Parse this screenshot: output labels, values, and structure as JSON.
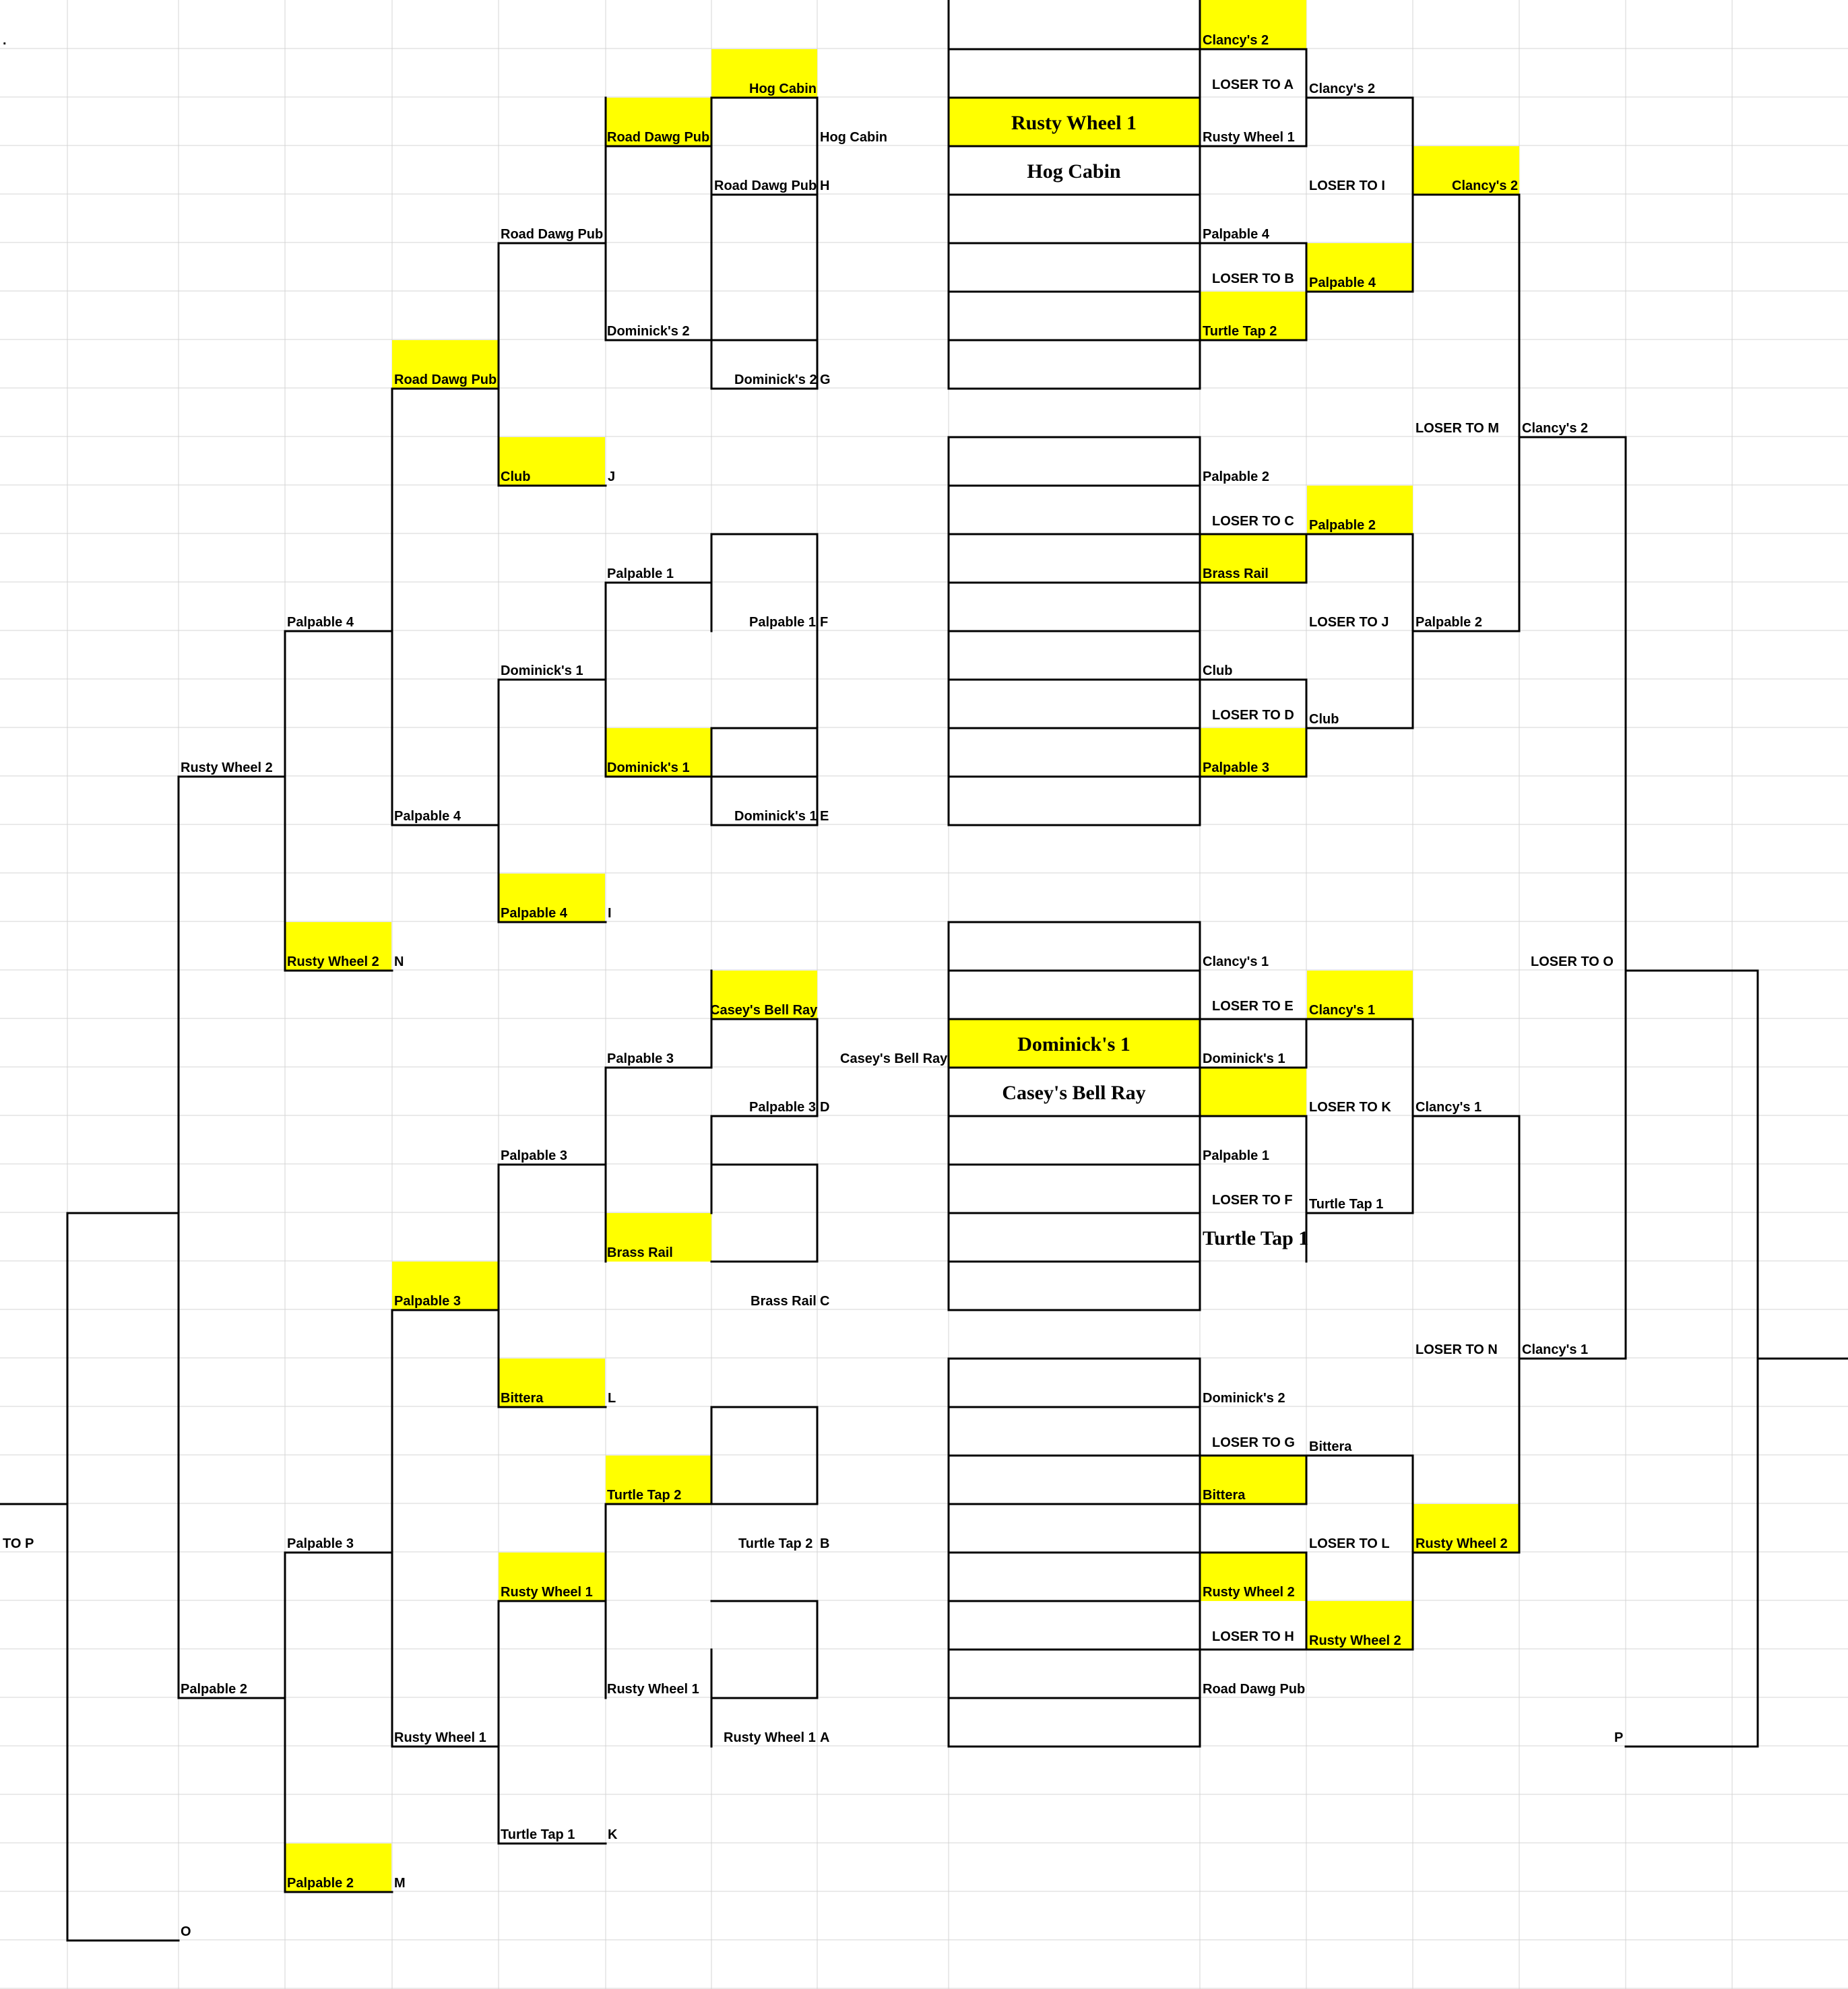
{
  "sheet": {
    "corner_mark": ".",
    "highlight_color": "#ffff00",
    "grid_color": "#d4d4d4",
    "line_color": "#000000"
  },
  "winners": {
    "round1": {
      "A": {
        "letter": "A",
        "top": "Rusty Wheel 1",
        "winner": "Rusty Wheel 1"
      },
      "B": {
        "letter": "B",
        "top": "Turtle Tap 2",
        "winner": "Turtle Tap 2"
      },
      "C": {
        "letter": "C",
        "top": "Brass Rail",
        "winner": "Brass Rail"
      },
      "D": {
        "letter": "D",
        "top": "Casey's Bell Ray",
        "winner": "Palpable 3"
      },
      "E": {
        "letter": "E",
        "top": "Dominick's 1",
        "winner": "Dominick's 1"
      },
      "F": {
        "letter": "F",
        "winner": "Palpable 1"
      },
      "G": {
        "letter": "G",
        "winner": "Dominick's 2"
      },
      "H": {
        "letter": "H",
        "top": "Hog Cabin",
        "bottom": "Road Dawg Pub",
        "side": "Hog Cabin"
      },
      "D_side": "Casey's Bell Ray"
    },
    "round2": {
      "road_dawg_pub": "Road Dawg Pub",
      "dominicks_2": "Dominick's 2",
      "palpable_1": "Palpable 1",
      "dominicks_1": "Dominick's 1",
      "palpable_3": "Palpable 3",
      "brass_rail": "Brass Rail",
      "turtle_tap_2": "Turtle Tap 2",
      "rusty_wheel_1": "Rusty Wheel 1"
    },
    "round3": {
      "road_dawg_pub": "Road Dawg Pub",
      "club": "Club",
      "J": "J",
      "dominicks_1": "Dominick's 1",
      "palpable_4": "Palpable 4",
      "I": "I",
      "palpable_3": "Palpable 3",
      "bittera": "Bittera",
      "L": "L",
      "rusty_wheel_1": "Rusty Wheel 1",
      "turtle_tap_1": "Turtle Tap 1",
      "K": "K"
    },
    "round4": {
      "road_dawg_pub": "Road Dawg Pub",
      "palpable_4": "Palpable 4",
      "palpable_3": "Palpable 3",
      "rusty_wheel_1": "Rusty Wheel 1"
    },
    "round5": {
      "palpable_4": "Palpable 4",
      "rusty_wheel_2": "Rusty Wheel 2",
      "N": "N",
      "palpable_3": "Palpable 3",
      "palpable_2": "Palpable 2",
      "M": "M"
    },
    "round6": {
      "rusty_wheel_2": "Rusty Wheel 2",
      "palpable_2": "Palpable 2"
    },
    "final": {
      "to_p": "TO P",
      "O": "O"
    }
  },
  "center": {
    "top_bold": "Rusty Wheel 1",
    "top_serif": "Hog Cabin",
    "bottom_bold": "Dominick's 1",
    "bottom_serif": "Casey's Bell Ray"
  },
  "losers": {
    "a_top": "Clancy's 2",
    "loser_to_a": "LOSER TO A",
    "a_bottom": "Rusty Wheel 1",
    "a_winner": "Clancy's 2",
    "palpable_4": "Palpable 4",
    "loser_to_b": "LOSER TO B",
    "turtle_tap_2": "Turtle Tap 2",
    "b_winner": "Palpable 4",
    "loser_to_i": "LOSER TO I",
    "i_winner": "Clancy's 2",
    "palpable_2": "Palpable 2",
    "loser_to_c": "LOSER TO C",
    "brass_rail": "Brass Rail",
    "c_winner": "Palpable 2",
    "club": "Club",
    "loser_to_d": "LOSER TO D",
    "palpable_3": "Palpable 3",
    "d_winner": "Club",
    "loser_to_j": "LOSER TO J",
    "j_winner": "Palpable 2",
    "loser_to_m": "LOSER TO M",
    "m_winner": "Clancy's 2",
    "clancys_1": "Clancy's 1",
    "loser_to_e": "LOSER TO E",
    "dominicks_1": "Dominick's 1",
    "e_winner": "Clancy's 1",
    "palpable_1": "Palpable 1",
    "loser_to_f": "LOSER TO F",
    "turtle_tap_1_big": "Turtle Tap 1",
    "f_winner": "Turtle Tap 1",
    "loser_to_k": "LOSER TO K",
    "k_winner": "Clancy's 1",
    "dominicks_2": "Dominick's 2",
    "loser_to_g": "LOSER TO G",
    "bittera": "Bittera",
    "g_winner": "Bittera",
    "rusty_wheel_2": "Rusty Wheel 2",
    "loser_to_h": "LOSER TO H",
    "road_dawg_pub": "Road Dawg Pub",
    "h_winner": "Rusty Wheel 2",
    "loser_to_l": "LOSER TO L",
    "l_winner": "Rusty Wheel 2",
    "loser_to_n": "LOSER TO N",
    "n_winner": "Clancy's 1",
    "loser_to_o": "LOSER TO O",
    "P": "P"
  }
}
